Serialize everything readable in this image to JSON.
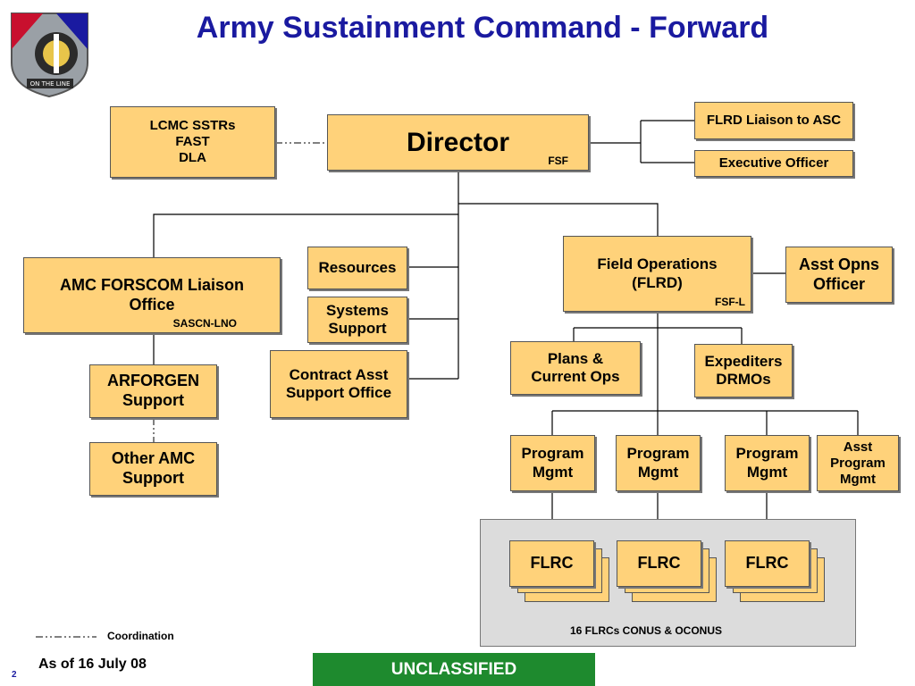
{
  "title": "Army Sustainment Command - Forward",
  "logo": {
    "label": "ON THE LINE"
  },
  "boxes": {
    "lcmc": [
      "LCMC SSTRs",
      "FAST",
      "DLA"
    ],
    "director": {
      "label": "Director",
      "sub": "FSF"
    },
    "flrd_liaison": "FLRD Liaison to ASC",
    "exec_officer": "Executive Officer",
    "amc_forscom": {
      "lines": [
        "AMC FORSCOM Liaison",
        "Office"
      ],
      "sub": "SASCN-LNO"
    },
    "resources": "Resources",
    "systems_support": [
      "Systems",
      "Support"
    ],
    "contract_asst": [
      "Contract Asst",
      "Support Office"
    ],
    "field_ops": {
      "lines": [
        "Field Operations",
        "(FLRD)"
      ],
      "sub": "FSF-L"
    },
    "asst_opns": [
      "Asst Opns",
      "Officer"
    ],
    "arforgen": [
      "ARFORGEN",
      "Support"
    ],
    "other_amc": [
      "Other AMC",
      "Support"
    ],
    "plans": [
      "Plans &",
      "Current Ops"
    ],
    "expediters": [
      "Expediters",
      "DRMOs"
    ],
    "program_mgmt": [
      "Program",
      "Mgmt"
    ],
    "asst_program_mgmt": [
      "Asst",
      "Program",
      "Mgmt"
    ],
    "flrc": "FLRC"
  },
  "flrc_note": "16 FLRCs CONUS & OCONUS",
  "legend": {
    "label": "Coordination"
  },
  "footer": {
    "as_of": "As of 16 July 08",
    "page": "2",
    "classification": "UNCLASSIFIED"
  },
  "colors": {
    "box_fill": "#ffd27a",
    "title": "#1a1aa0",
    "classification_bg": "#1e8a2e",
    "group_bg": "#dcdcdc"
  }
}
